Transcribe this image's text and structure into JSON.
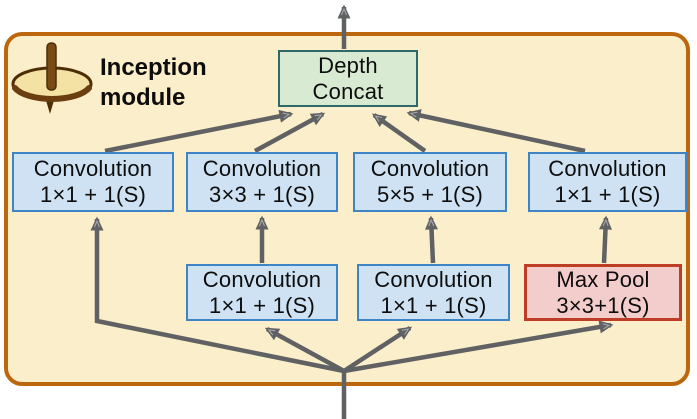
{
  "diagram": {
    "title": {
      "line1": "Inception",
      "line2": "module"
    },
    "icon": "spinning-top-icon"
  },
  "nodes": {
    "depth_concat": {
      "label_line1": "Depth",
      "label_line2": "Concat"
    },
    "conv_1x1_top_left": {
      "label_line1": "Convolution",
      "label_line2": "1×1 + 1(S)"
    },
    "conv_3x3": {
      "label_line1": "Convolution",
      "label_line2": "3×3 + 1(S)"
    },
    "conv_5x5": {
      "label_line1": "Convolution",
      "label_line2": "5×5 + 1(S)"
    },
    "conv_1x1_top_right": {
      "label_line1": "Convolution",
      "label_line2": "1×1 + 1(S)"
    },
    "conv_1x1_mid_left": {
      "label_line1": "Convolution",
      "label_line2": "1×1 + 1(S)"
    },
    "conv_1x1_mid_right": {
      "label_line1": "Convolution",
      "label_line2": "1×1 + 1(S)"
    },
    "max_pool": {
      "label_line1": "Max Pool",
      "label_line2": "3×3+1(S)"
    }
  },
  "edges": [
    {
      "from": "input",
      "to": "conv_1x1_top_left"
    },
    {
      "from": "input",
      "to": "conv_1x1_mid_left"
    },
    {
      "from": "input",
      "to": "conv_1x1_mid_right"
    },
    {
      "from": "input",
      "to": "max_pool"
    },
    {
      "from": "conv_1x1_mid_left",
      "to": "conv_3x3"
    },
    {
      "from": "conv_1x1_mid_right",
      "to": "conv_5x5"
    },
    {
      "from": "max_pool",
      "to": "conv_1x1_top_right"
    },
    {
      "from": "conv_1x1_top_left",
      "to": "depth_concat"
    },
    {
      "from": "conv_3x3",
      "to": "depth_concat"
    },
    {
      "from": "conv_5x5",
      "to": "depth_concat"
    },
    {
      "from": "conv_1x1_top_right",
      "to": "depth_concat"
    },
    {
      "from": "depth_concat",
      "to": "output"
    }
  ],
  "colors": {
    "module_fill": "#FBEECA",
    "module_border": "#BC660E",
    "conv_fill": "#CFE2F3",
    "conv_border": "#3D85C6",
    "concat_fill": "#D9EAD3",
    "concat_border": "#2F6868",
    "pool_fill": "#F3CDCB",
    "pool_border": "#BE3D26",
    "arrow": "#5F6163",
    "text": "#0d0d0d"
  }
}
